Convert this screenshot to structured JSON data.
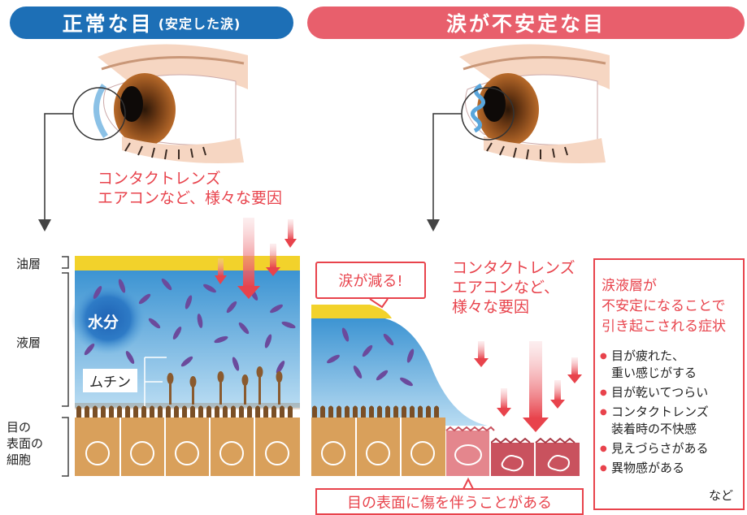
{
  "headers": {
    "left_main": "正常な目",
    "left_sub": "(安定した涙)",
    "right": "涙が不安定な目"
  },
  "layers": {
    "oil": "油層",
    "liquid": "液層",
    "cells": "目の\n表面の\n細胞"
  },
  "labels": {
    "water": "水分",
    "mucin": "ムチン",
    "causes_left": "コンタクトレンズ\nエアコンなど、様々な要因",
    "causes_right": "コンタクトレンズ\nエアコンなど、\n様々な要因",
    "tears_decrease": "涙が減る!",
    "damage": "目の表面に傷を伴うことがある"
  },
  "symptoms": {
    "heading": "涙液層が\n不安定になることで\n引き起こされる症状",
    "items": [
      "目が疲れた、\n重い感じがする",
      "目が乾いてつらい",
      "コンタクトレンズ\n装着時の不快感",
      "見えづらさがある",
      "異物感がある"
    ],
    "etc": "など"
  },
  "colors": {
    "blue_header": "#1d6fb6",
    "red_header": "#e85f6c",
    "accent_red": "#e8434c",
    "oil_yellow": "#f2d22b",
    "tear_blue": "#4aa1d9",
    "cell_tan": "#d9a05b",
    "damaged_cell": "#c9525e"
  }
}
